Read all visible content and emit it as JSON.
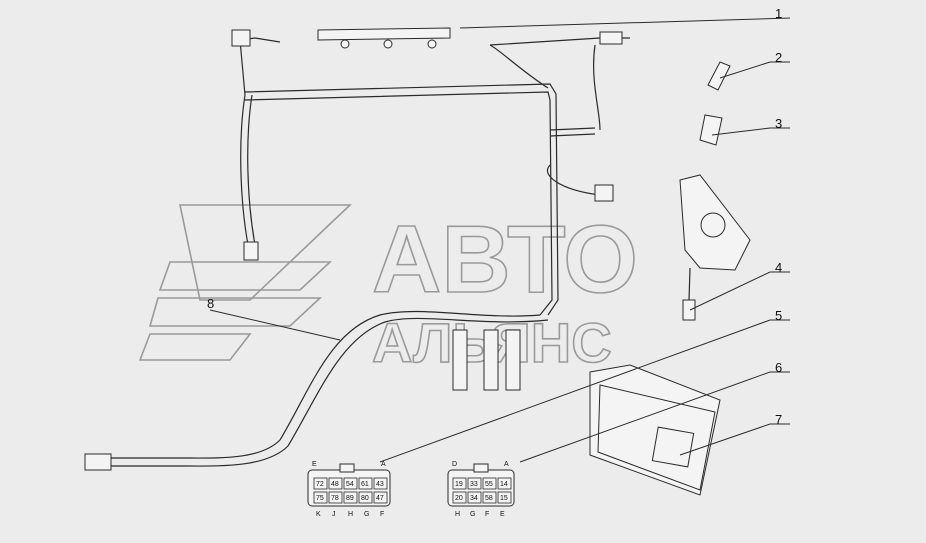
{
  "watermark": {
    "line1": "АВТО",
    "line2": "АЛЬЯНС"
  },
  "callouts": [
    {
      "id": "1",
      "label": "1"
    },
    {
      "id": "2",
      "label": "2"
    },
    {
      "id": "3",
      "label": "3"
    },
    {
      "id": "4",
      "label": "4"
    },
    {
      "id": "5",
      "label": "5"
    },
    {
      "id": "6",
      "label": "6"
    },
    {
      "id": "7",
      "label": "7"
    },
    {
      "id": "8",
      "label": "8"
    }
  ],
  "connector_left": {
    "corner_top_left": "E",
    "corner_top_right": "A",
    "bottom_letters": [
      "K",
      "J",
      "H",
      "G",
      "F"
    ],
    "pins_row1": [
      "72",
      "48",
      "54",
      "61",
      "43"
    ],
    "pins_row2": [
      "75",
      "78",
      "89",
      "80",
      "47"
    ]
  },
  "connector_right": {
    "corner_top_left": "D",
    "corner_top_right": "A",
    "bottom_letters": [
      "H",
      "G",
      "F",
      "E"
    ],
    "pins_row1": [
      "19",
      "33",
      "55",
      "14"
    ],
    "pins_row2": [
      "20",
      "34",
      "58",
      "15"
    ]
  }
}
